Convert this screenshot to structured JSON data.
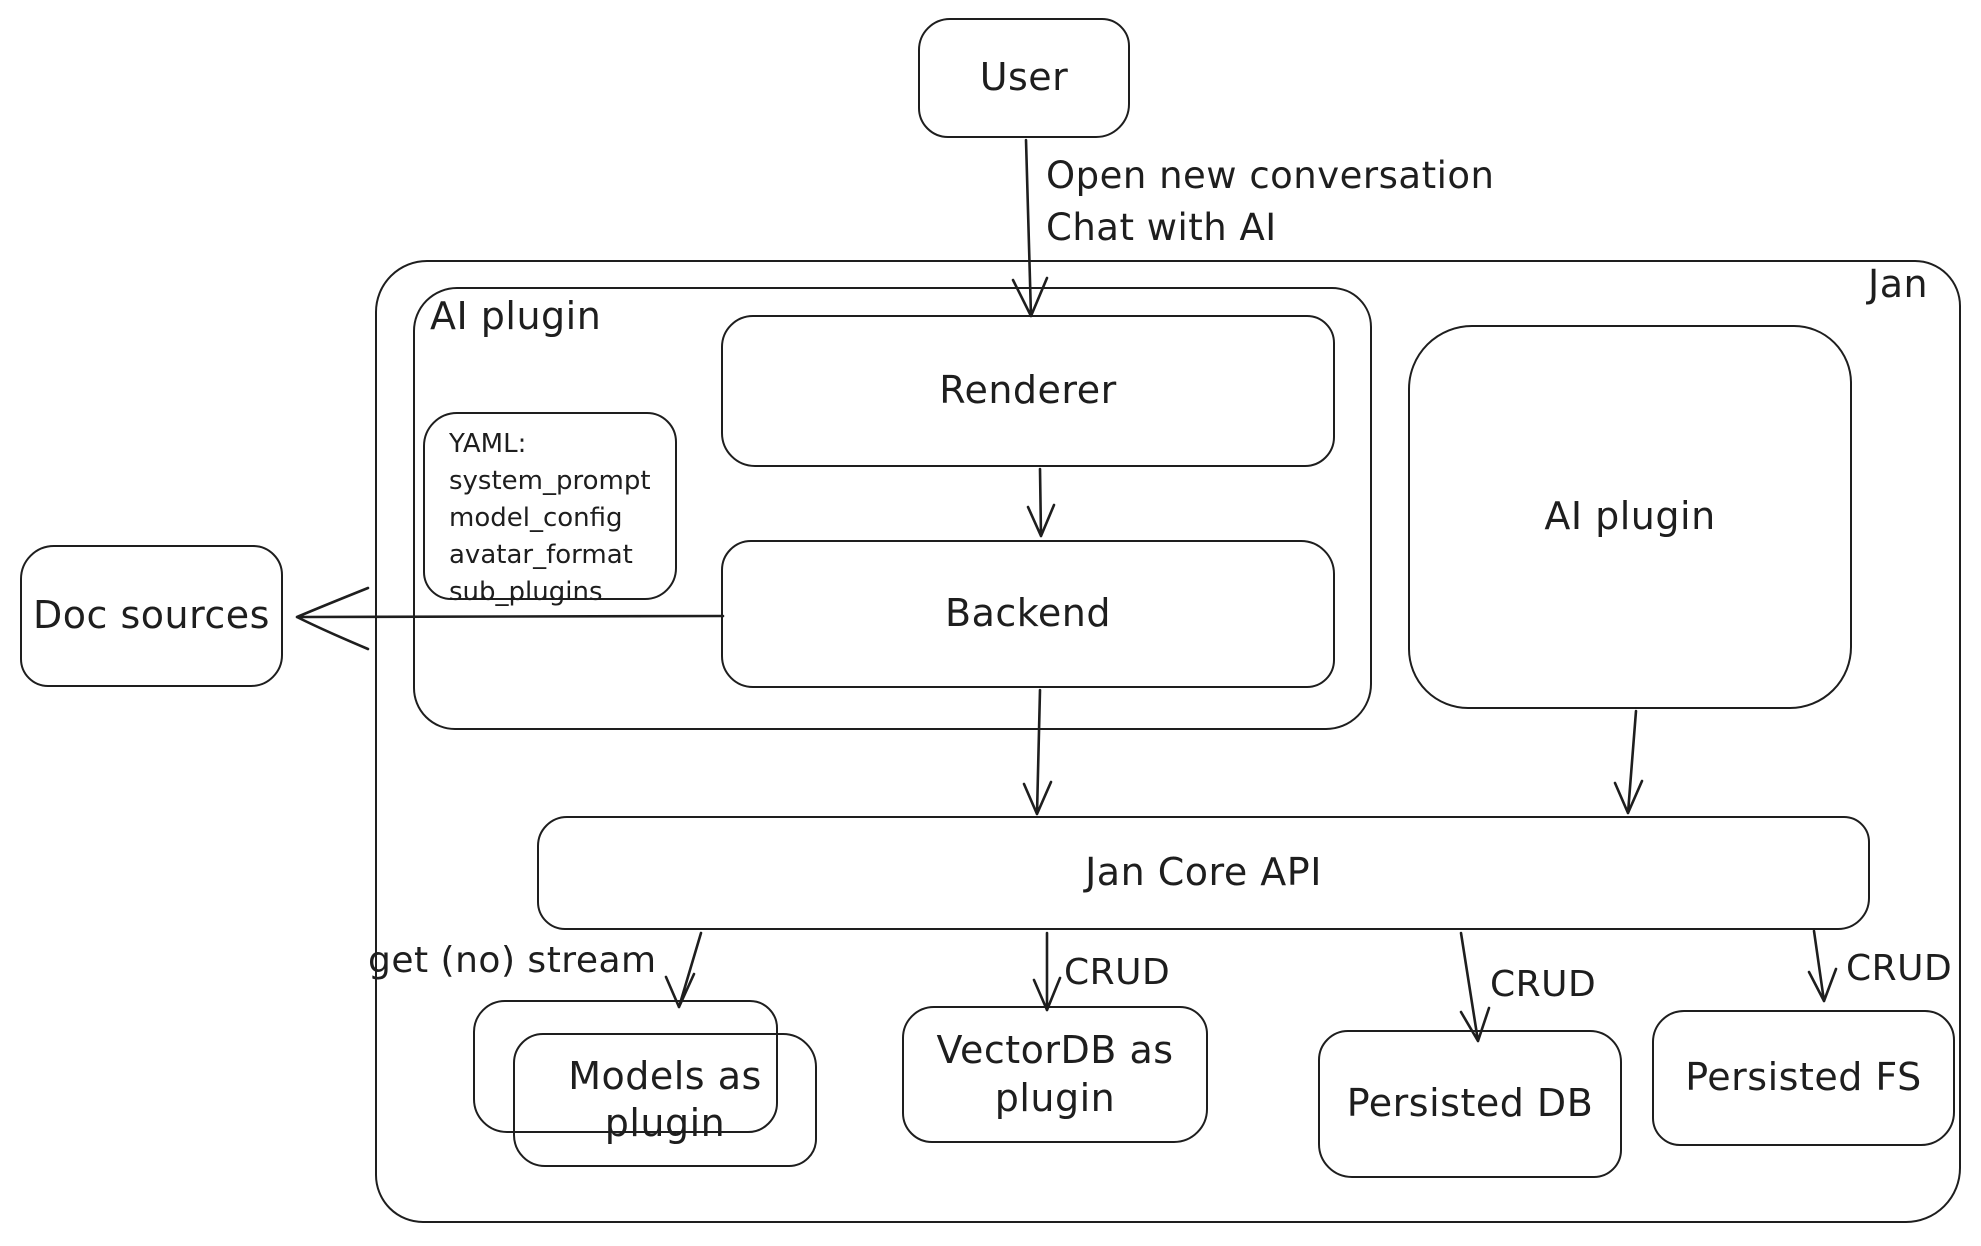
{
  "diagram": {
    "container_label": "Jan",
    "nodes": {
      "user": "User",
      "ai_plugin_group": "AI plugin",
      "renderer": "Renderer",
      "backend": "Backend",
      "ai_plugin_right": "AI plugin",
      "doc_sources": "Doc sources",
      "jan_core_api": "Jan Core API",
      "models_plugin": "Models as plugin",
      "vectordb_plugin": "VectorDB as plugin",
      "persisted_db": "Persisted DB",
      "persisted_fs": "Persisted FS"
    },
    "yaml_note": {
      "title": "YAML:",
      "lines": [
        "system_prompt",
        "model_config",
        "avatar_format",
        "sub_plugins"
      ]
    },
    "edge_labels": {
      "user_flow_line1": "Open new conversation",
      "user_flow_line2": "Chat with AI",
      "models_stream": "get (no) stream",
      "vectordb_crud": "CRUD",
      "persisted_db_crud": "CRUD",
      "persisted_fs_crud": "CRUD"
    },
    "colors": {
      "stroke": "#1e1e1e",
      "background": "#ffffff"
    }
  }
}
